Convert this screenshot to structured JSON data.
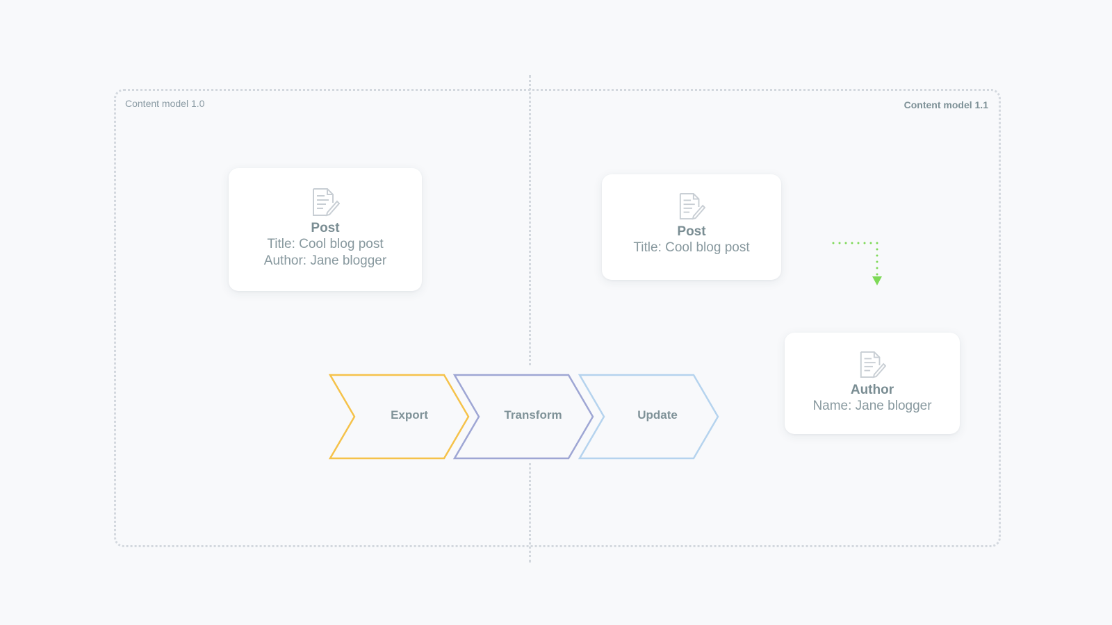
{
  "models": {
    "left_label": "Content model 1.0",
    "right_label": "Content model 1.1"
  },
  "cards": {
    "post_old": {
      "icon": "document-edit-icon",
      "title": "Post",
      "lines": [
        "Title: Cool blog post",
        "Author: Jane blogger"
      ]
    },
    "post_new": {
      "icon": "document-edit-icon",
      "title": "Post",
      "lines": [
        "Title: Cool blog post"
      ]
    },
    "author": {
      "icon": "document-edit-icon",
      "title": "Author",
      "lines": [
        "Name: Jane blogger"
      ]
    }
  },
  "steps": [
    {
      "label": "Export",
      "color": "#f5c24a"
    },
    {
      "label": "Transform",
      "color": "#9ea6d4"
    },
    {
      "label": "Update",
      "color": "#b5d3ee"
    }
  ],
  "connector": {
    "color": "#7ed957",
    "icon": "dotted-arrow-down-icon"
  }
}
